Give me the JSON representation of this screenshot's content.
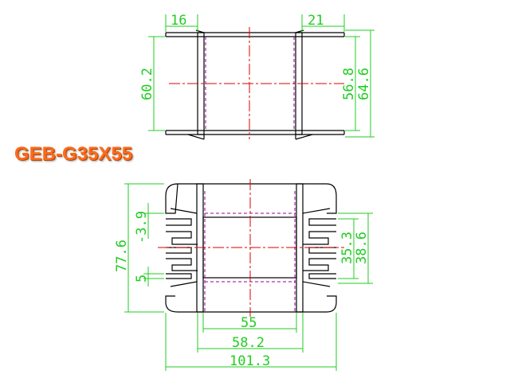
{
  "title": "GEB-G35X55",
  "colors": {
    "outline": "#000000",
    "dimension": "#22cc22",
    "centerline": "#dd0000",
    "hidden": "#990099",
    "title": "#ff6a1a"
  },
  "top_view": {
    "dims": {
      "left_flange": "16",
      "right_flange": "21",
      "height_left": "60.2",
      "height_inner": "56.8",
      "height_outer": "64.6"
    }
  },
  "front_view": {
    "dims": {
      "total_height": "77.6",
      "offset_top": "-3.9",
      "pin_pitch": "5",
      "window_height": "35.3",
      "window_height_outer": "38.6",
      "window_width": "55",
      "flange_width": "58.2",
      "total_width": "101.3"
    }
  }
}
